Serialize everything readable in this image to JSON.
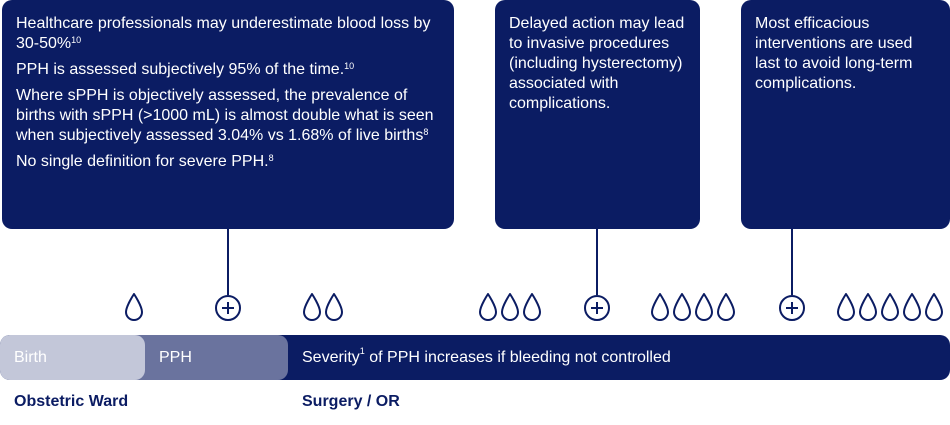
{
  "box1": {
    "p1": "Healthcare professionals may underestimate blood loss by 30-50%",
    "p1_ref": "10",
    "p2": "PPH is assessed subjectively 95% of the time.",
    "p2_ref": "10",
    "p3": "Where sPPH is objectively assessed, the prevalence of births with sPPH (>1000 mL) is almost double what is seen when subjectively assessed 3.04% vs 1.68% of live births",
    "p3_ref": "8",
    "p4": "No single definition for severe PPH.",
    "p4_ref": "8"
  },
  "box2": {
    "text": "Delayed action may lead to invasive procedures (including hysterectomy) associated with complications."
  },
  "box3": {
    "text": "Most efficacious interventions are used last to avoid long-term complications."
  },
  "bar": {
    "birth": "Birth",
    "pph": "PPH",
    "severity_prefix": "Severity",
    "severity_ref": "1",
    "severity_suffix": " of PPH increases if bleeding not controlled"
  },
  "labels": {
    "ward": "Obstetric Ward",
    "surgery": "Surgery / OR"
  },
  "icons": {
    "drop": "blood-drop-icon",
    "plus": "plus-circle-icon"
  },
  "drop_counts": [
    1,
    2,
    3,
    4,
    5
  ],
  "colors": {
    "navy": "#0b1c63",
    "birth": "#c3c7d9",
    "pph": "#6a739e"
  }
}
